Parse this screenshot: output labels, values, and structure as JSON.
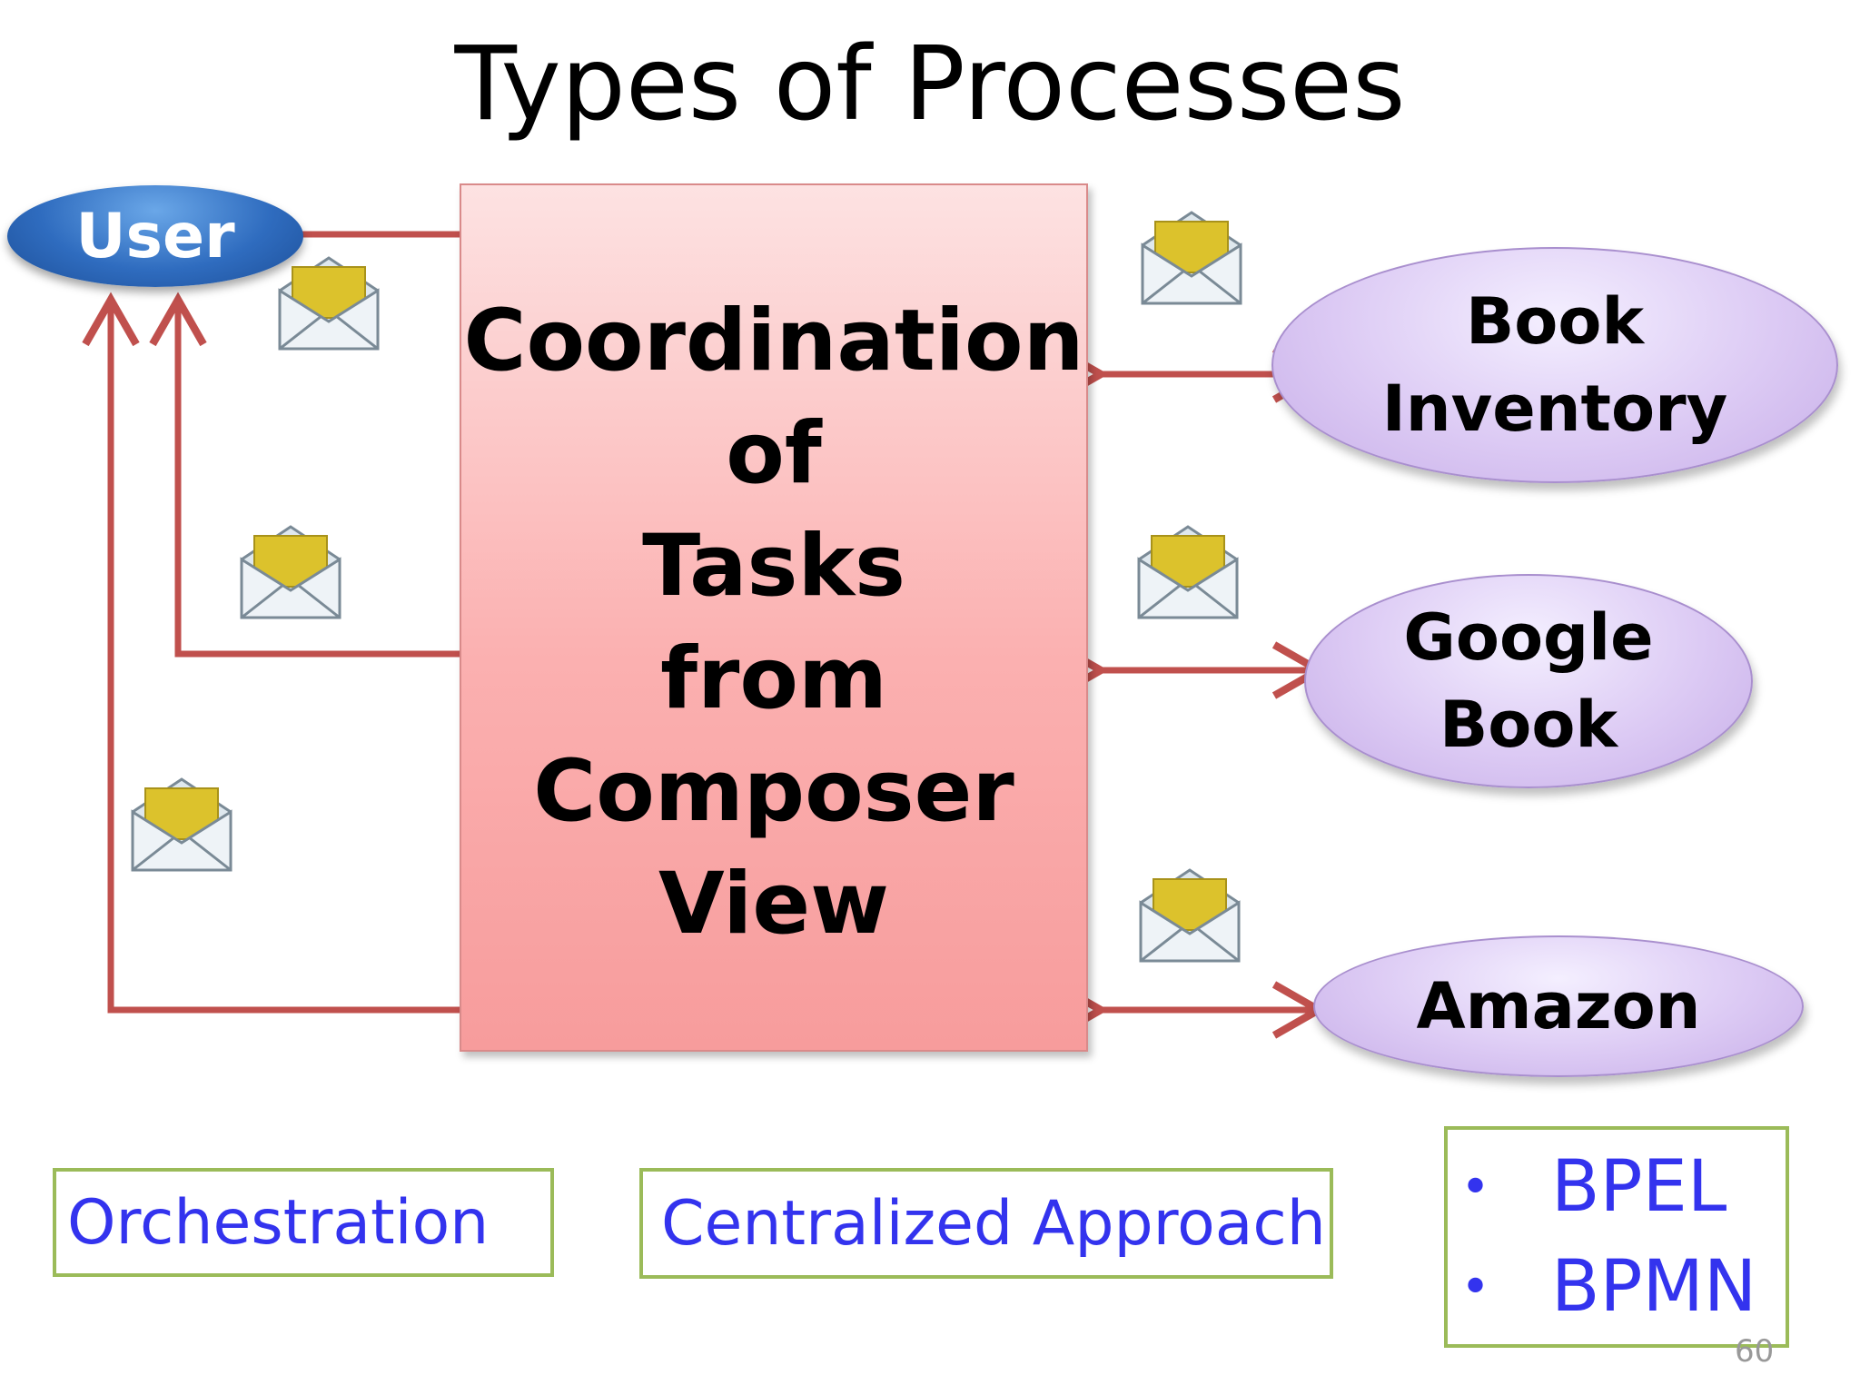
{
  "title": "Types of Processes",
  "user": {
    "label": "User"
  },
  "coordinator": {
    "lines": [
      "Coordination",
      "of",
      "Tasks",
      "from",
      "Composer",
      "View"
    ]
  },
  "services": [
    {
      "lines": [
        "Book",
        "Inventory"
      ]
    },
    {
      "lines": [
        "Google",
        "Book"
      ]
    },
    {
      "lines": [
        "Amazon"
      ]
    }
  ],
  "tags": {
    "orchestration": "Orchestration",
    "approach": "Centralized Approach",
    "standards": [
      "BPEL",
      "BPMN"
    ],
    "bullet": "•"
  },
  "icons": {
    "message": "envelope-icon"
  },
  "colors": {
    "connector": "#c0504d",
    "tag_border": "#9bbb59",
    "tag_text": "#3333ee",
    "user_fill": "#2f6cbf",
    "service_fill": "#dccaf4",
    "coordinator_fill": "#fbb0b0"
  },
  "page_number": "60"
}
